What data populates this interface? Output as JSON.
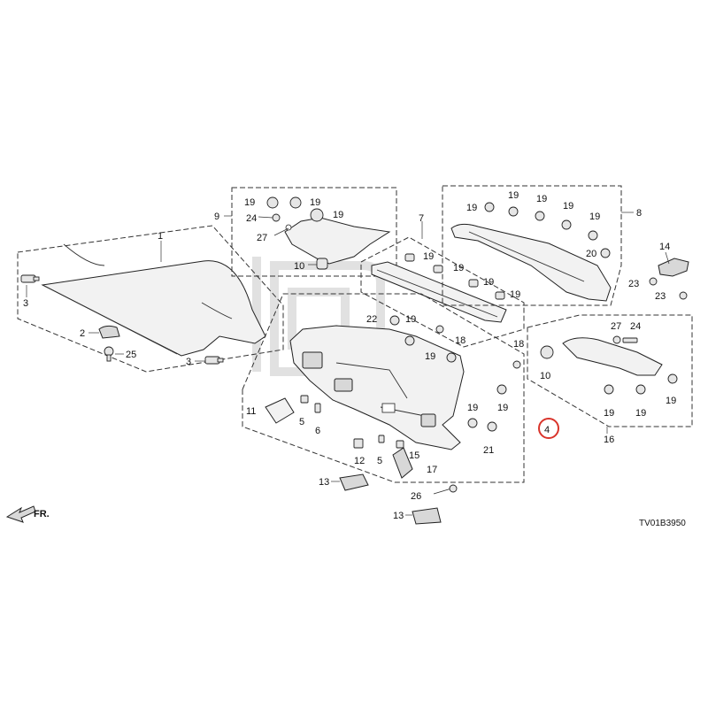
{
  "diagram": {
    "drawing_code": "TV01B3950",
    "front_indicator": "FR.",
    "highlight_color": "#d9342b",
    "highlighted_callout": "4",
    "callouts": {
      "c1": "1",
      "c2": "2",
      "c3a": "3",
      "c3b": "3",
      "c25": "25",
      "c9": "9",
      "c19a": "19",
      "c19b": "19",
      "c24a": "24",
      "c19c": "19",
      "c27a": "27",
      "c10a": "10",
      "c7": "7",
      "c19d": "19",
      "c19e": "19",
      "c19f": "19",
      "c19g": "19",
      "c8": "8",
      "c19h": "19",
      "c19i": "19",
      "c19j": "19",
      "c19k": "19",
      "c19l": "19",
      "c20": "20",
      "c14": "14",
      "c23a": "23",
      "c23b": "23",
      "c22": "22",
      "c19m": "19",
      "c18a": "18",
      "c19n": "19",
      "c18b": "18",
      "c11": "11",
      "c5a": "5",
      "c6": "6",
      "c12": "12",
      "c5b": "5",
      "c15": "15",
      "c17": "17",
      "c19o": "19",
      "c19p": "19",
      "c21": "21",
      "c4": "4",
      "c13a": "13",
      "c26": "26",
      "c13b": "13",
      "c27b": "27",
      "c24b": "24",
      "c10b": "10",
      "c19q": "19",
      "c19r": "19",
      "c19s": "19",
      "c16": "16"
    }
  }
}
